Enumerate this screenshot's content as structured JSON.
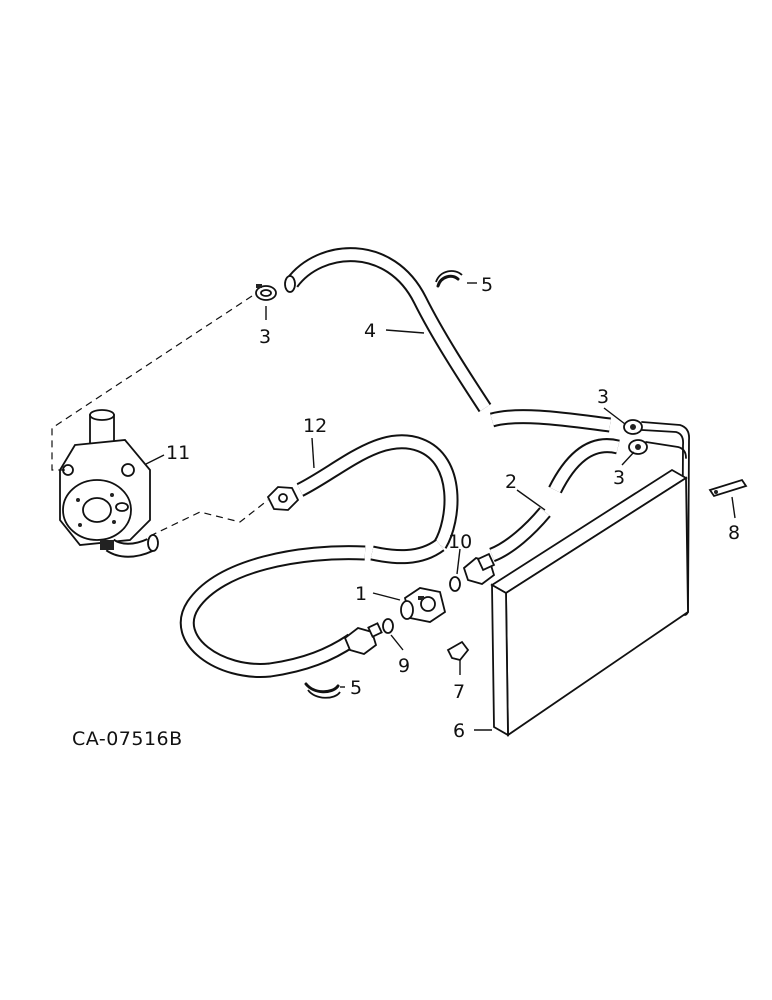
{
  "diagram": {
    "drawing_code": "CA-07516B",
    "callouts": [
      {
        "id": "c1",
        "text": "1"
      },
      {
        "id": "c2",
        "text": "2"
      },
      {
        "id": "c3a",
        "text": "3"
      },
      {
        "id": "c3b",
        "text": "3"
      },
      {
        "id": "c3c",
        "text": "3"
      },
      {
        "id": "c4",
        "text": "4"
      },
      {
        "id": "c5a",
        "text": "5"
      },
      {
        "id": "c5b",
        "text": "5"
      },
      {
        "id": "c6",
        "text": "6"
      },
      {
        "id": "c7",
        "text": "7"
      },
      {
        "id": "c8",
        "text": "8"
      },
      {
        "id": "c9",
        "text": "9"
      },
      {
        "id": "c10",
        "text": "10"
      },
      {
        "id": "c11",
        "text": "11"
      },
      {
        "id": "c12",
        "text": "12"
      }
    ]
  }
}
